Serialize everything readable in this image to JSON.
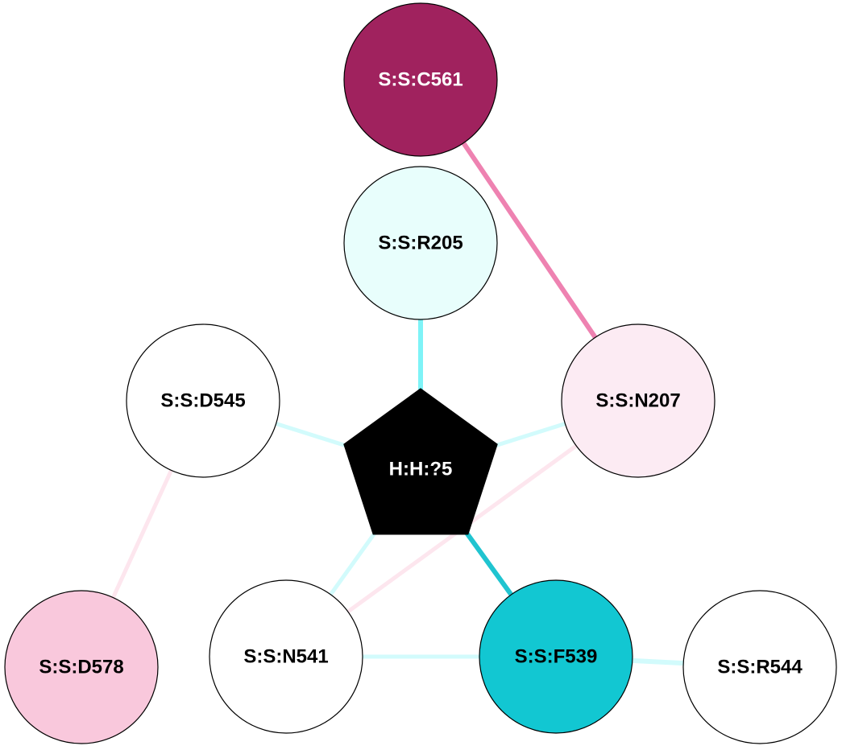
{
  "nodes": [
    {
      "id": "C561",
      "label": "S:S:C561",
      "shape": "circle",
      "fill": "#a0225e",
      "text_color": "#ffffff"
    },
    {
      "id": "R205",
      "label": "S:S:R205",
      "shape": "circle",
      "fill": "#e8fefc",
      "text_color": "#000000"
    },
    {
      "id": "D545",
      "label": "S:S:D545",
      "shape": "circle",
      "fill": "#ffffff",
      "text_color": "#000000"
    },
    {
      "id": "N207",
      "label": "S:S:N207",
      "shape": "circle",
      "fill": "#fcebf3",
      "text_color": "#000000"
    },
    {
      "id": "H5",
      "label": "H:H:?5",
      "shape": "pentagon",
      "fill": "#000000",
      "text_color": "#ffffff"
    },
    {
      "id": "D578",
      "label": "S:S:D578",
      "shape": "circle",
      "fill": "#f9c8dc",
      "text_color": "#000000"
    },
    {
      "id": "N541",
      "label": "S:S:N541",
      "shape": "circle",
      "fill": "#ffffff",
      "text_color": "#000000"
    },
    {
      "id": "F539",
      "label": "S:S:F539",
      "shape": "circle",
      "fill": "#12c7d2",
      "text_color": "#000000"
    },
    {
      "id": "R544",
      "label": "S:S:R544",
      "shape": "circle",
      "fill": "#ffffff",
      "text_color": "#000000"
    }
  ],
  "edges": [
    {
      "source": "C561",
      "target": "N207",
      "color": "#ee82b1",
      "weight": "strong"
    },
    {
      "source": "R205",
      "target": "H5",
      "color": "#7ef3f7",
      "weight": "strong"
    },
    {
      "source": "D545",
      "target": "H5",
      "color": "#d2fbfc",
      "weight": "medium"
    },
    {
      "source": "N207",
      "target": "H5",
      "color": "#d2fbfc",
      "weight": "medium"
    },
    {
      "source": "D545",
      "target": "D578",
      "color": "#fde6ee",
      "weight": "medium"
    },
    {
      "source": "N207",
      "target": "N541",
      "color": "#fde6ee",
      "weight": "medium"
    },
    {
      "source": "H5",
      "target": "N541",
      "color": "#d2fbfc",
      "weight": "medium"
    },
    {
      "source": "H5",
      "target": "F539",
      "color": "#20c4d0",
      "weight": "strong"
    },
    {
      "source": "N541",
      "target": "F539",
      "color": "#d2fbfc",
      "weight": "medium"
    },
    {
      "source": "F539",
      "target": "R544",
      "color": "#d2fbfc",
      "weight": "strong"
    }
  ]
}
